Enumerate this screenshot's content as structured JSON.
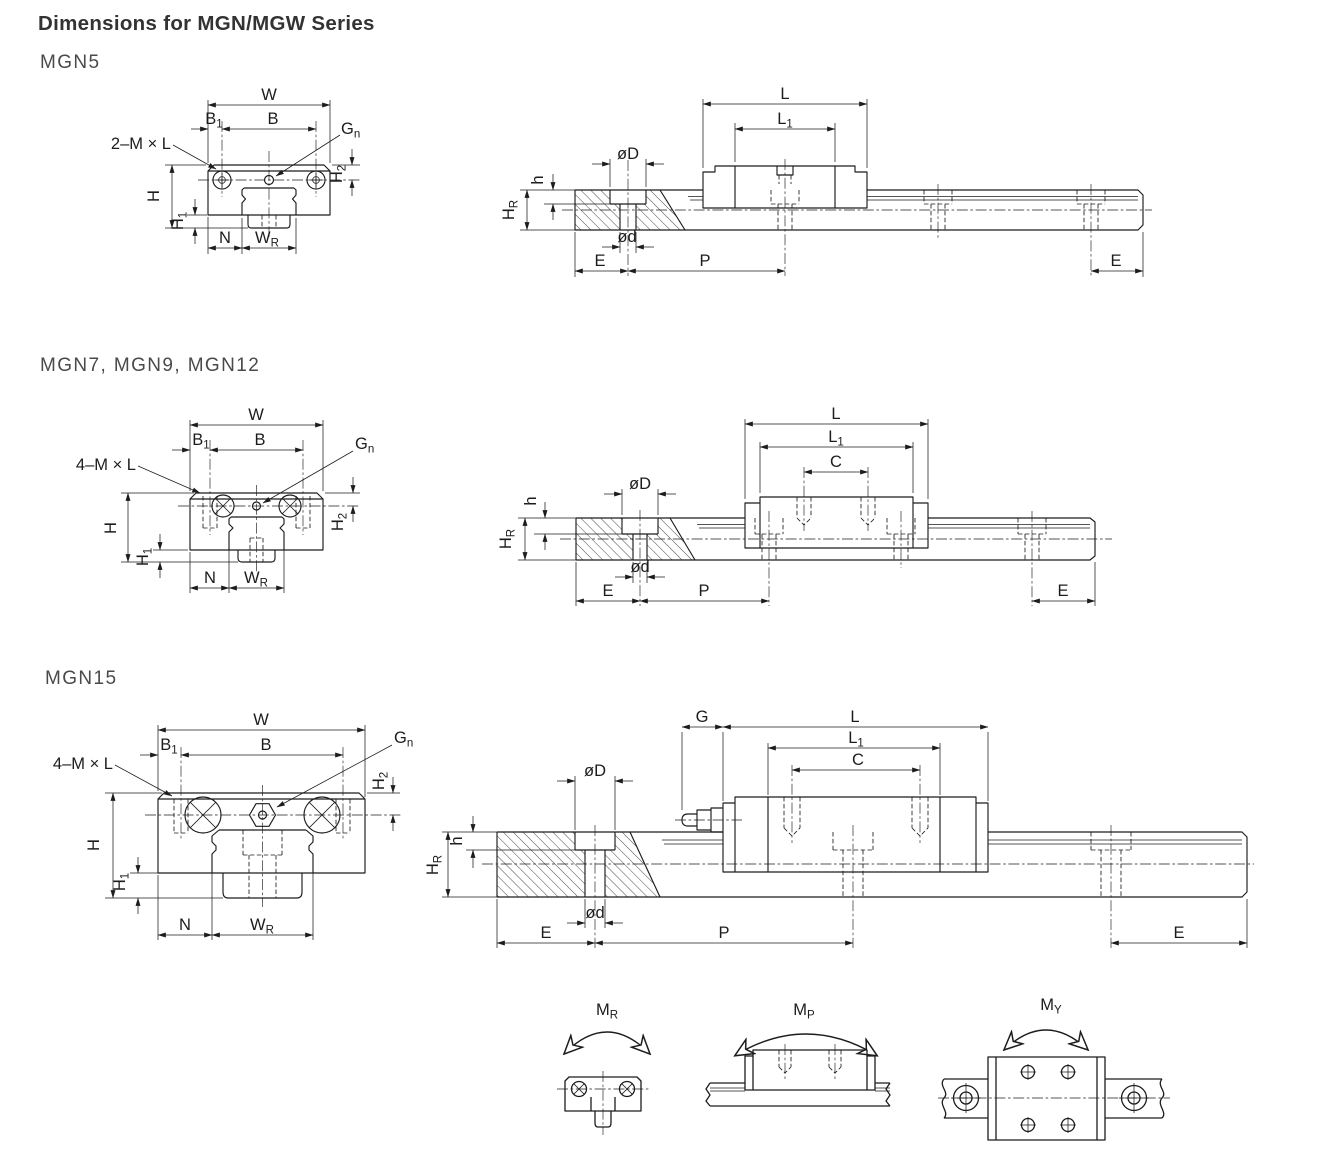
{
  "title": "Dimensions for MGN/MGW Series",
  "colors": {
    "ink": "#1c1c1c",
    "heading": "#4a4a4a",
    "background": "#ffffff"
  },
  "sections": [
    {
      "heading": "MGN5",
      "cross": {
        "thread": "2–M × L",
        "W": "W",
        "B": "B",
        "B1b": "B",
        "B1s": "1",
        "Gnb": "G",
        "Gns": "n",
        "H": "H",
        "H1b": "H",
        "H1s": "1",
        "H2b": "H",
        "H2s": "2",
        "N": "N",
        "WRb": "W",
        "WRs": "R"
      },
      "side": {
        "L": "L",
        "L1b": "L",
        "L1s": "1",
        "dD": "øD",
        "dd": "ød",
        "h": "h",
        "HRb": "H",
        "HRs": "R",
        "E1": "E",
        "P": "P",
        "E2": "E"
      }
    },
    {
      "heading": "MGN7, MGN9, MGN12",
      "cross": {
        "thread": "4–M × L",
        "W": "W",
        "B": "B",
        "B1b": "B",
        "B1s": "1",
        "Gnb": "G",
        "Gns": "n",
        "H": "H",
        "H1b": "H",
        "H1s": "1",
        "H2b": "H",
        "H2s": "2",
        "N": "N",
        "WRb": "W",
        "WRs": "R"
      },
      "side": {
        "L": "L",
        "L1b": "L",
        "L1s": "1",
        "C": "C",
        "dD": "øD",
        "dd": "ød",
        "h": "h",
        "HRb": "H",
        "HRs": "R",
        "E1": "E",
        "P": "P",
        "E2": "E"
      }
    },
    {
      "heading": "MGN15",
      "cross": {
        "thread": "4–M × L",
        "W": "W",
        "B": "B",
        "B1b": "B",
        "B1s": "1",
        "Gnb": "G",
        "Gns": "n",
        "H": "H",
        "H1b": "H",
        "H1s": "1",
        "H2b": "H",
        "H2s": "2",
        "N": "N",
        "WRb": "W",
        "WRs": "R"
      },
      "side": {
        "G": "G",
        "L": "L",
        "L1b": "L",
        "L1s": "1",
        "C": "C",
        "dD": "øD",
        "dd": "ød",
        "h": "h",
        "HRb": "H",
        "HRs": "R",
        "E1": "E",
        "P": "P",
        "E2": "E"
      }
    }
  ],
  "moments": [
    {
      "b": "M",
      "s": "R"
    },
    {
      "b": "M",
      "s": "P"
    },
    {
      "b": "M",
      "s": "Y"
    }
  ]
}
